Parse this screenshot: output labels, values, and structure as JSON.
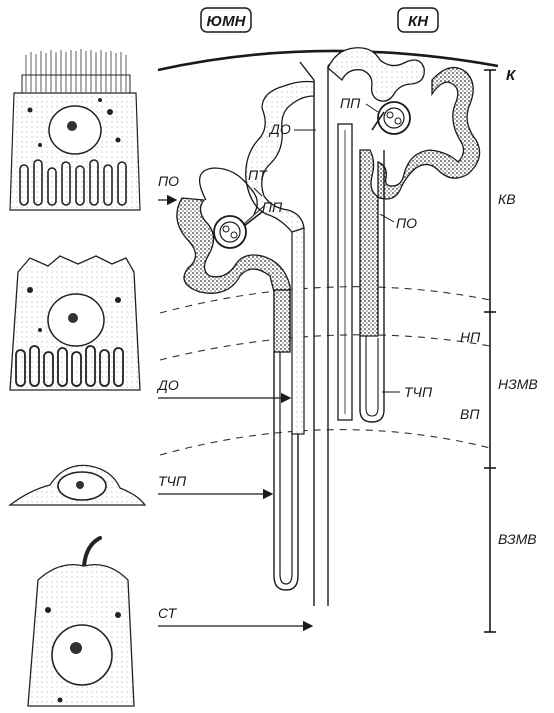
{
  "header": {
    "left_box": "ЮМН",
    "right_box": "КН"
  },
  "tubule_labels": {
    "do_top": "ДО",
    "pp_right": "ПП",
    "po_left": "ПО",
    "pt": "ПТ",
    "pp_left": "ПП",
    "po_right": "ПО",
    "tchp_right": "ТЧП"
  },
  "left_arrow_labels": {
    "do": "ДО",
    "tchp": "ТЧП",
    "st": "СТ"
  },
  "zones": {
    "k": "К",
    "kv": "КВ",
    "np": "НП",
    "nzmv": "НЗМВ",
    "vp": "ВП",
    "vzmv": "ВЗМВ"
  },
  "cells": [
    {
      "name": "proximal-tubule-cell"
    },
    {
      "name": "distal-tubule-cell"
    },
    {
      "name": "thin-segment-cell"
    },
    {
      "name": "collecting-duct-cell"
    }
  ],
  "colors": {
    "ink": "#1a1a1a",
    "stipple": "#555555",
    "paper": "#ffffff"
  }
}
